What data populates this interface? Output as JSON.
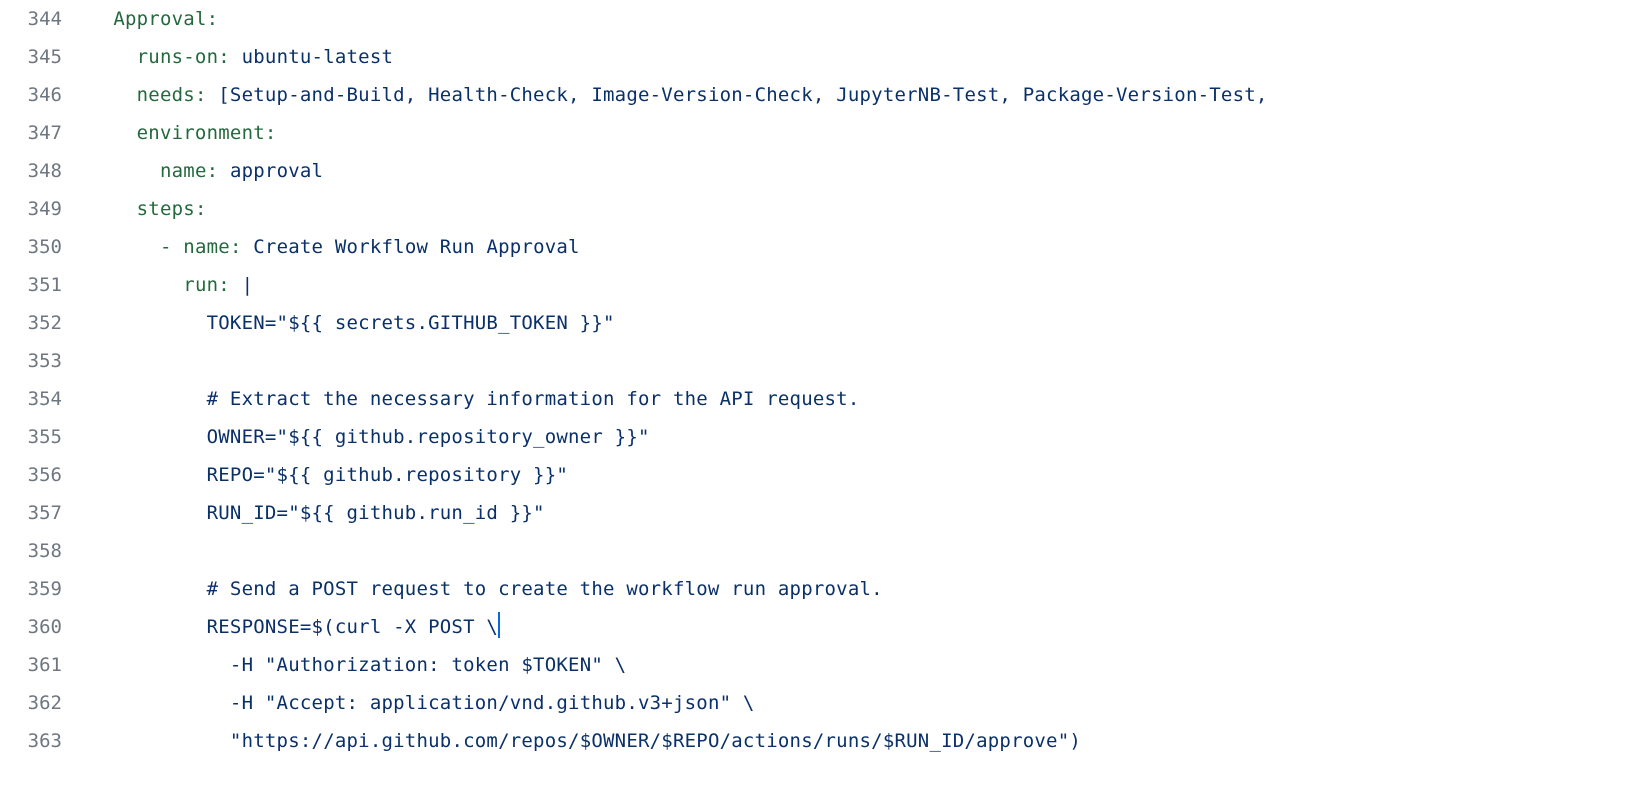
{
  "editor": {
    "language": "yaml",
    "background_color": "#ffffff",
    "line_number_color": "#6e7781",
    "key_color": "#24693d",
    "value_color": "#0a3069",
    "caret_color": "#0969da",
    "first_line_number": 344,
    "last_line_number": 363,
    "caret_line": 360
  },
  "lines": [
    {
      "number": "344",
      "indent": "  ",
      "key": "Approval",
      "colon": ":",
      "value": ""
    },
    {
      "number": "345",
      "indent": "    ",
      "key": "runs-on",
      "colon": ": ",
      "value": "ubuntu-latest"
    },
    {
      "number": "346",
      "indent": "    ",
      "key": "needs",
      "colon": ": ",
      "value": "[Setup-and-Build, Health-Check, Image-Version-Check, JupyterNB-Test, Package-Version-Test,"
    },
    {
      "number": "347",
      "indent": "    ",
      "key": "environment",
      "colon": ":",
      "value": ""
    },
    {
      "number": "348",
      "indent": "      ",
      "key": "name",
      "colon": ": ",
      "value": "approval"
    },
    {
      "number": "349",
      "indent": "    ",
      "key": "steps",
      "colon": ":",
      "value": ""
    },
    {
      "number": "350",
      "indent": "      ",
      "key": "- name",
      "colon": ": ",
      "value": "Create Workflow Run Approval"
    },
    {
      "number": "351",
      "indent": "        ",
      "key": "run",
      "colon": ": ",
      "value": "|"
    },
    {
      "number": "352",
      "indent": "          ",
      "key": "",
      "colon": "",
      "value": "TOKEN=\"${{ secrets.GITHUB_TOKEN }}\""
    },
    {
      "number": "353",
      "indent": "",
      "key": "",
      "colon": "",
      "value": ""
    },
    {
      "number": "354",
      "indent": "          ",
      "key": "",
      "colon": "",
      "value": "# Extract the necessary information for the API request."
    },
    {
      "number": "355",
      "indent": "          ",
      "key": "",
      "colon": "",
      "value": "OWNER=\"${{ github.repository_owner }}\""
    },
    {
      "number": "356",
      "indent": "          ",
      "key": "",
      "colon": "",
      "value": "REPO=\"${{ github.repository }}\""
    },
    {
      "number": "357",
      "indent": "          ",
      "key": "",
      "colon": "",
      "value": "RUN_ID=\"${{ github.run_id }}\""
    },
    {
      "number": "358",
      "indent": "",
      "key": "",
      "colon": "",
      "value": ""
    },
    {
      "number": "359",
      "indent": "          ",
      "key": "",
      "colon": "",
      "value": "# Send a POST request to create the workflow run approval."
    },
    {
      "number": "360",
      "indent": "          ",
      "key": "",
      "colon": "",
      "value": "RESPONSE=$(curl -X POST \\"
    },
    {
      "number": "361",
      "indent": "            ",
      "key": "",
      "colon": "",
      "value": "-H \"Authorization: token $TOKEN\" \\"
    },
    {
      "number": "362",
      "indent": "            ",
      "key": "",
      "colon": "",
      "value": "-H \"Accept: application/vnd.github.v3+json\" \\"
    },
    {
      "number": "363",
      "indent": "            ",
      "key": "",
      "colon": "",
      "value": "\"https://api.github.com/repos/$OWNER/$REPO/actions/runs/$RUN_ID/approve\")"
    }
  ]
}
